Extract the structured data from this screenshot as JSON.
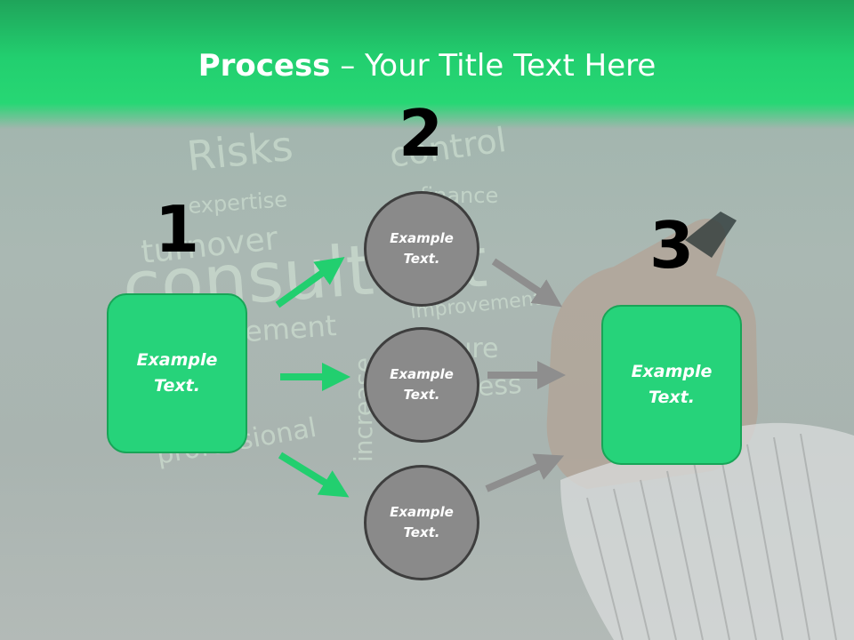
{
  "slide": {
    "title_strong": "Process",
    "title_rest": " – Your Title Text Here",
    "step_numbers": [
      "1",
      "2",
      "3"
    ],
    "left_box": "Example Text.",
    "circles": [
      "Example Text.",
      "Example Text.",
      "Example Text."
    ],
    "right_box": "Example Text."
  },
  "background_words": [
    "Risks",
    "control",
    "expertise",
    "turnover",
    "improvement",
    "future",
    "professional",
    "increase",
    "consultant",
    "success",
    "finance",
    "management"
  ],
  "colors": {
    "header_green": "#22cf6f",
    "box_green": "#26d37a",
    "green_arrow": "#22cf6f",
    "gray_arrow": "#8e8e8e",
    "circle_fill": "#8a8a8a"
  }
}
